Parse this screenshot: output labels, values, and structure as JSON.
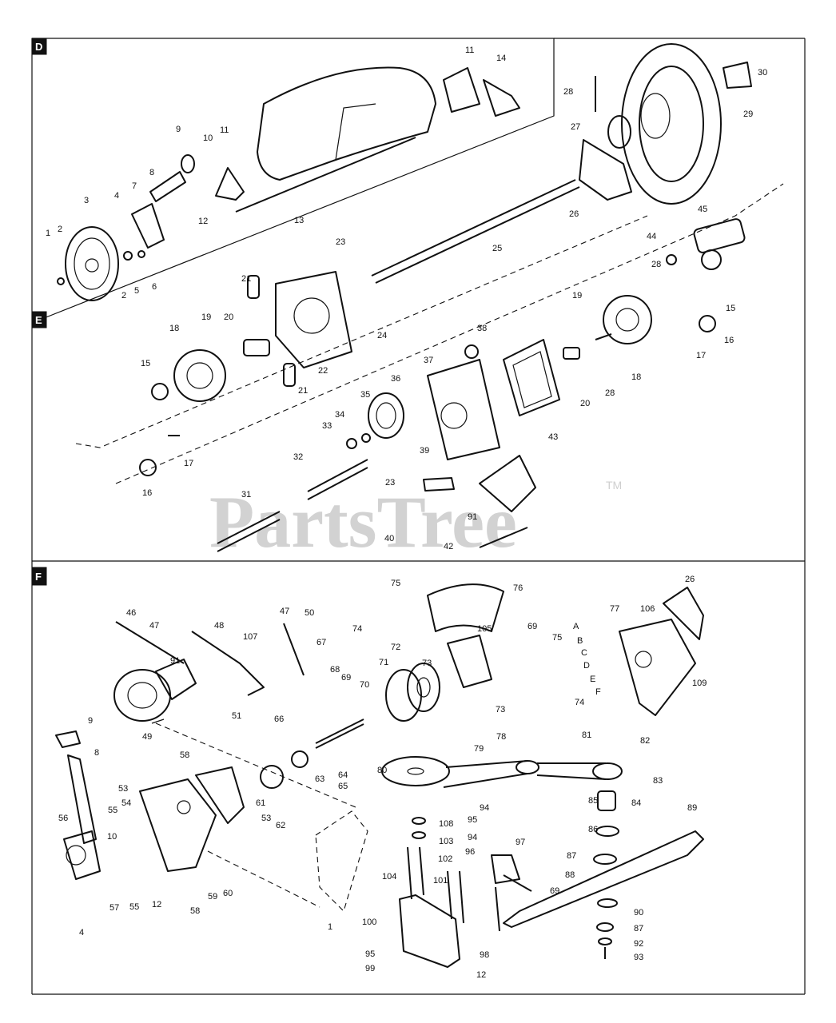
{
  "watermark": {
    "text": "PartsTree",
    "trademark": "TM"
  },
  "sections": [
    {
      "id": "D",
      "label": "D"
    },
    {
      "id": "E",
      "label": "E"
    },
    {
      "id": "F",
      "label": "F"
    }
  ],
  "callouts_d": [
    "1",
    "2",
    "3",
    "4",
    "2",
    "5",
    "6",
    "7",
    "8",
    "9",
    "10",
    "11",
    "12",
    "13",
    "11",
    "14",
    "25",
    "23",
    "21",
    "28",
    "29",
    "30",
    "27",
    "26",
    "24"
  ],
  "callouts_e": [
    "15",
    "18",
    "19",
    "20",
    "22",
    "21",
    "16",
    "17",
    "31",
    "32",
    "33",
    "34",
    "35",
    "23",
    "36",
    "37",
    "38",
    "39",
    "40",
    "42",
    "43",
    "91",
    "44",
    "45",
    "28",
    "19",
    "18",
    "15",
    "16",
    "17",
    "20",
    "28"
  ],
  "callouts_f": [
    "46",
    "47",
    "91",
    "49",
    "9",
    "8",
    "56",
    "10",
    "4",
    "55",
    "53",
    "54",
    "57",
    "55",
    "12",
    "58",
    "58",
    "59",
    "60",
    "48",
    "47",
    "50",
    "107",
    "67",
    "68",
    "69",
    "51",
    "66",
    "53",
    "62",
    "61",
    "63",
    "64",
    "65",
    "1",
    "70",
    "71",
    "72",
    "73",
    "74",
    "75",
    "76",
    "105",
    "69",
    "75",
    "73",
    "74",
    "26",
    "77",
    "106",
    "A",
    "B",
    "C",
    "D",
    "E",
    "F",
    "109",
    "78",
    "79",
    "80",
    "81",
    "82",
    "83",
    "85",
    "84",
    "86",
    "108",
    "103",
    "102",
    "94",
    "95",
    "94",
    "96",
    "97",
    "69",
    "87",
    "88",
    "89",
    "90",
    "87",
    "92",
    "93",
    "104",
    "101",
    "100",
    "98",
    "95",
    "99",
    "12"
  ]
}
